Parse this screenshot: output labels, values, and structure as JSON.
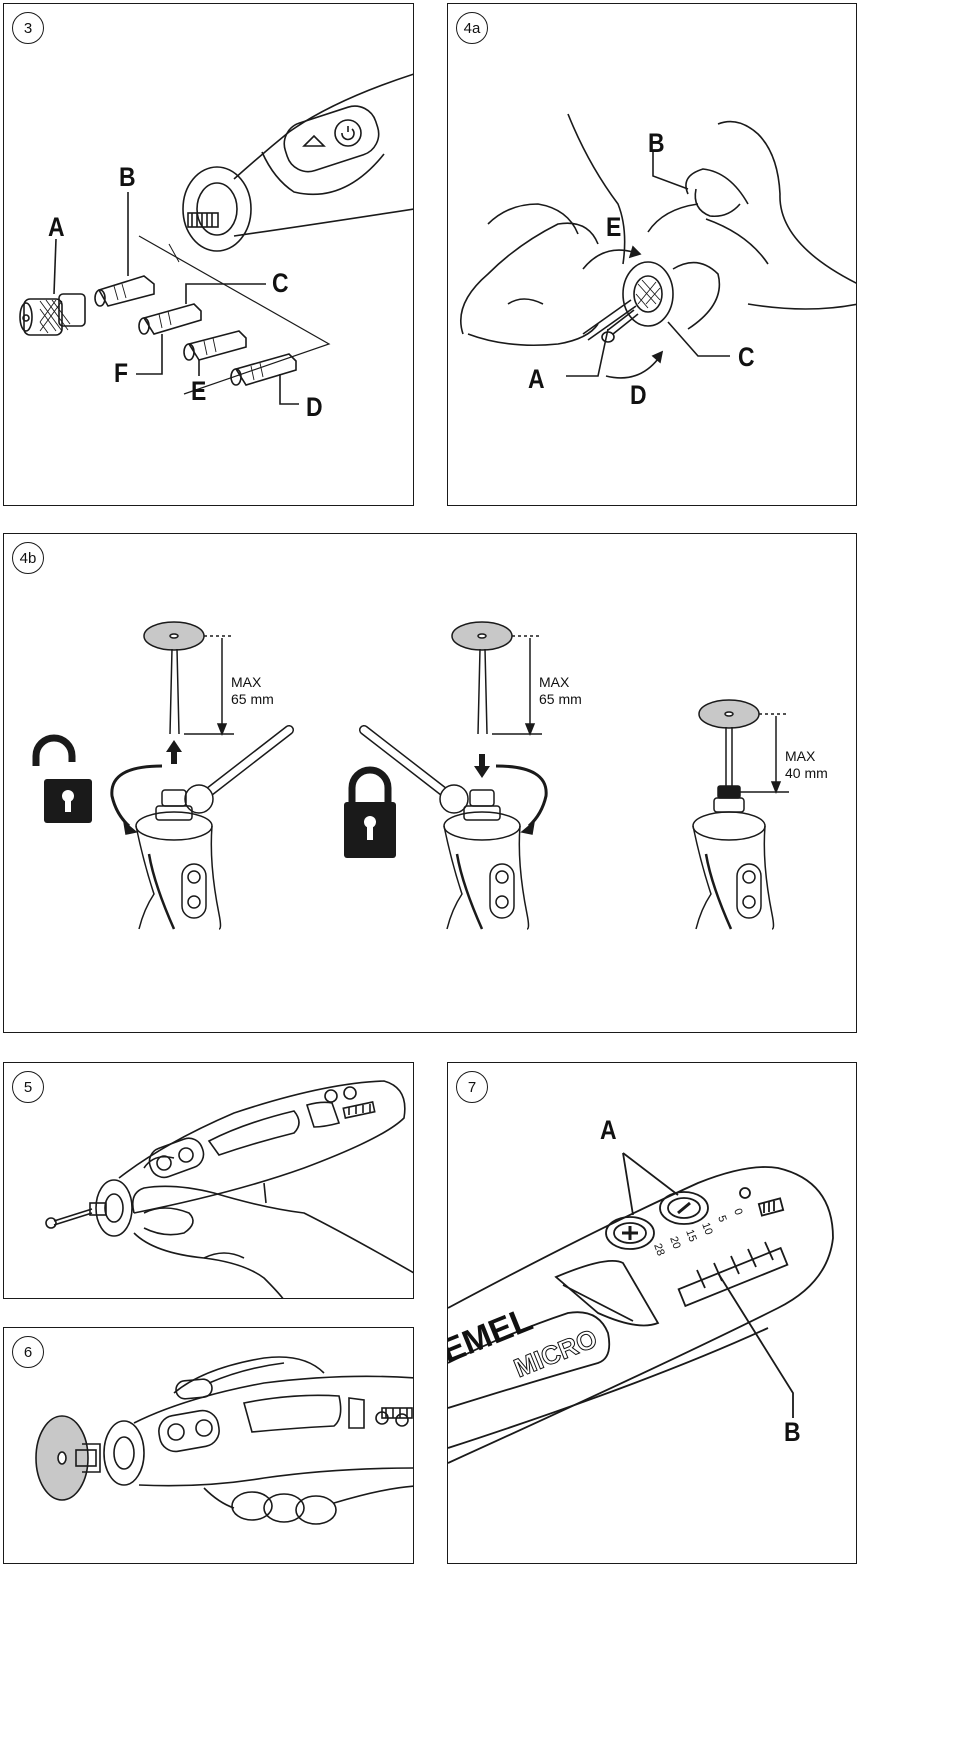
{
  "panels": {
    "p3": {
      "number": "3",
      "labels": {
        "A": "A",
        "B": "B",
        "C": "C",
        "D": "D",
        "E": "E",
        "F": "F"
      }
    },
    "p4a": {
      "number": "4a",
      "labels": {
        "A": "A",
        "B": "B",
        "C": "C",
        "D": "D",
        "E": "E"
      }
    },
    "p4b": {
      "number": "4b",
      "measure_left": {
        "label": "MAX",
        "value": "65 mm"
      },
      "measure_mid": {
        "label": "MAX",
        "value": "65 mm"
      },
      "measure_right": {
        "label": "MAX",
        "value": "40 mm"
      },
      "icons": [
        "unlocked-padlock-icon",
        "locked-padlock-icon",
        "wrench-icon"
      ]
    },
    "p5": {
      "number": "5"
    },
    "p6": {
      "number": "6"
    },
    "p7": {
      "number": "7",
      "labels": {
        "A": "A",
        "B": "B"
      },
      "brand": "DREMEL",
      "model": "MICRO",
      "speed_marks": [
        "28",
        "20",
        "15",
        "10",
        "5",
        "0"
      ]
    }
  },
  "colors": {
    "line": "#1a1a1a",
    "disc": "#c8c8c8",
    "fill_dark": "#1a1a1a"
  }
}
